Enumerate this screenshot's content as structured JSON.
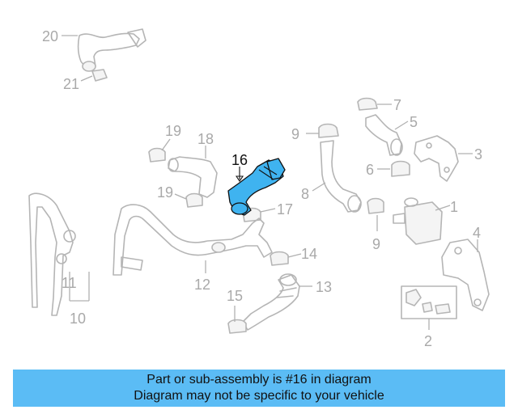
{
  "diagram": {
    "callouts": {
      "c1": "1",
      "c2": "2",
      "c3": "3",
      "c4": "4",
      "c5": "5",
      "c6": "6",
      "c7": "7",
      "c8": "8",
      "c9a": "9",
      "c9b": "9",
      "c10": "10",
      "c11": "11",
      "c12": "12",
      "c13": "13",
      "c14": "14",
      "c15": "15",
      "c16": "16",
      "c17": "17",
      "c18": "18",
      "c19a": "19",
      "c19b": "19",
      "c20": "20",
      "c21": "21"
    },
    "highlighted_part": "16",
    "colors": {
      "highlight": "#3fb3f0",
      "banner": "#5bbcf5",
      "linework": "#b5b5b5"
    }
  },
  "banner": {
    "line1": "Part or sub-assembly is #16 in diagram",
    "line2": "Diagram may not be specific to your vehicle"
  }
}
